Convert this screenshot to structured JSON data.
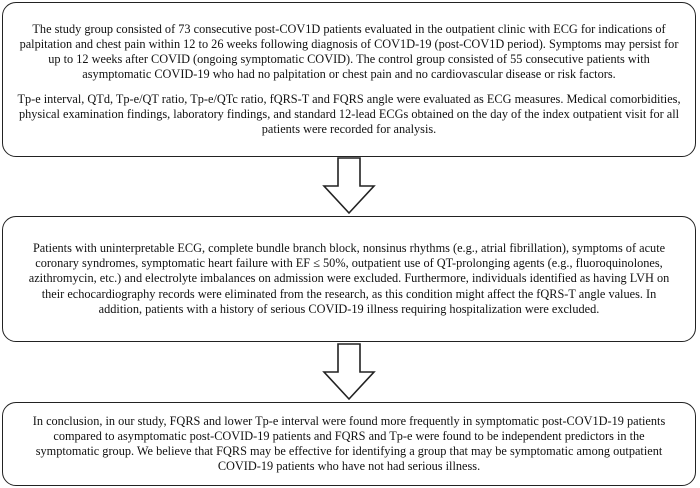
{
  "boxes": [
    {
      "paragraphs": [
        "The study group consisted of 73 consecutive post-COV1D patients evaluated in the outpatient clinic with ECG for indications of palpitation and chest pain within 12 to 26 weeks following diagnosis of COV1D-19 (post-COV1D period). Symptoms may persist for up to 12 weeks after COVID (ongoing symptomatic COVID). The control group consisted of 55 consecutive patients with asymptomatic COVID-19 who had no palpitation or chest pain and no cardiovascular disease or risk factors.",
        "Tp-e interval, QTd, Tp-e/QT ratio, Tp-e/QTc ratio, fQRS-T and FQRS angle were evaluated as ECG measures. Medical comorbidities, physical examination findings, laboratory findings, and standard 12-lead ECGs obtained on the day of the index outpatient visit for all patients were recorded for analysis."
      ]
    },
    {
      "paragraphs": [
        "Patients with uninterpretable ECG, complete bundle branch block, nonsinus rhythms (e.g., atrial fibrillation), symptoms of acute coronary syndromes, symptomatic heart failure with EF ≤ 50%, outpatient use of QT-prolonging agents (e.g., fluoroquinolones, azithromycin, etc.) and electrolyte imbalances on admission were excluded. Furthermore, individuals identified as having LVH on their echocardiography records were eliminated from the research, as this condition might affect the fQRS-T angle values. In addition, patients with a history of serious COVID-19 illness requiring hospitalization were excluded."
      ]
    },
    {
      "paragraphs": [
        "In conclusion, in our study, FQRS and lower Tp-e interval were found more frequently in symptomatic post-COV1D-19 patients compared to asymptomatic post-COVID-19 patients and FQRS and Tp-e were found to be independent predictors in the symptomatic group. We believe that FQRS may be effective for identifying a group that may be symptomatic among outpatient COVID-19 patients who have not had serious illness."
      ]
    }
  ],
  "arrow_icon": "down-arrow-outline-icon",
  "colors": {
    "border": "#222222",
    "text": "#111111",
    "background": "#ffffff"
  }
}
